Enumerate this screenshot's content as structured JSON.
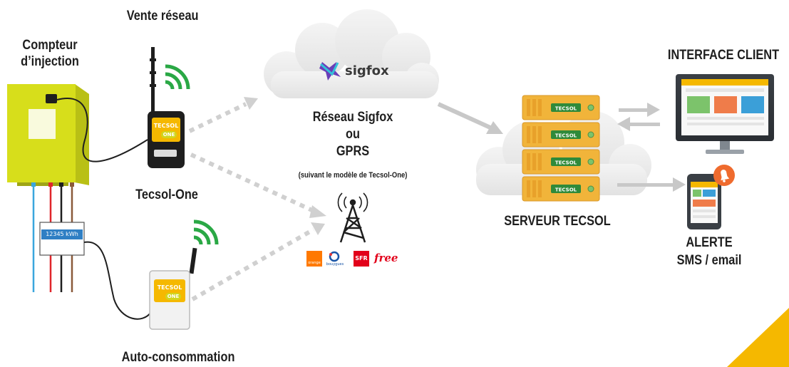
{
  "labels": {
    "compteur_line1": "Compteur",
    "compteur_line2": "d’injection",
    "vente_reseau": "Vente réseau",
    "tecsol_one": "Tecsol-One",
    "auto_consommation": "Auto-consommation",
    "reseau_line1": "Réseau Sigfox",
    "reseau_line2": "ou",
    "reseau_line3": "GPRS",
    "reseau_note": "(suivant le modèle de Tecsol-One)",
    "serveur": "SERVEUR TECSOL",
    "interface_client": "INTERFACE CLIENT",
    "alerte_line1": "ALERTE",
    "alerte_line2": "SMS / email"
  },
  "meter": {
    "reading": "12345 kWh"
  },
  "cloud": {
    "brand": "sigfox"
  },
  "device": {
    "brand_top": "TECSOL",
    "brand_bottom": "ONE"
  },
  "server": {
    "unit_label": "TECSOL",
    "unit_count": 4
  },
  "operators": [
    "orange",
    "bouygues",
    "SFR",
    "free"
  ],
  "colors": {
    "accent_yellow": "#f5b800",
    "meter_yellow": "#d8df1c",
    "signal_green": "#2aa845",
    "server_orange": "#f1b43a",
    "arrow_grey": "#c8c8c8"
  }
}
